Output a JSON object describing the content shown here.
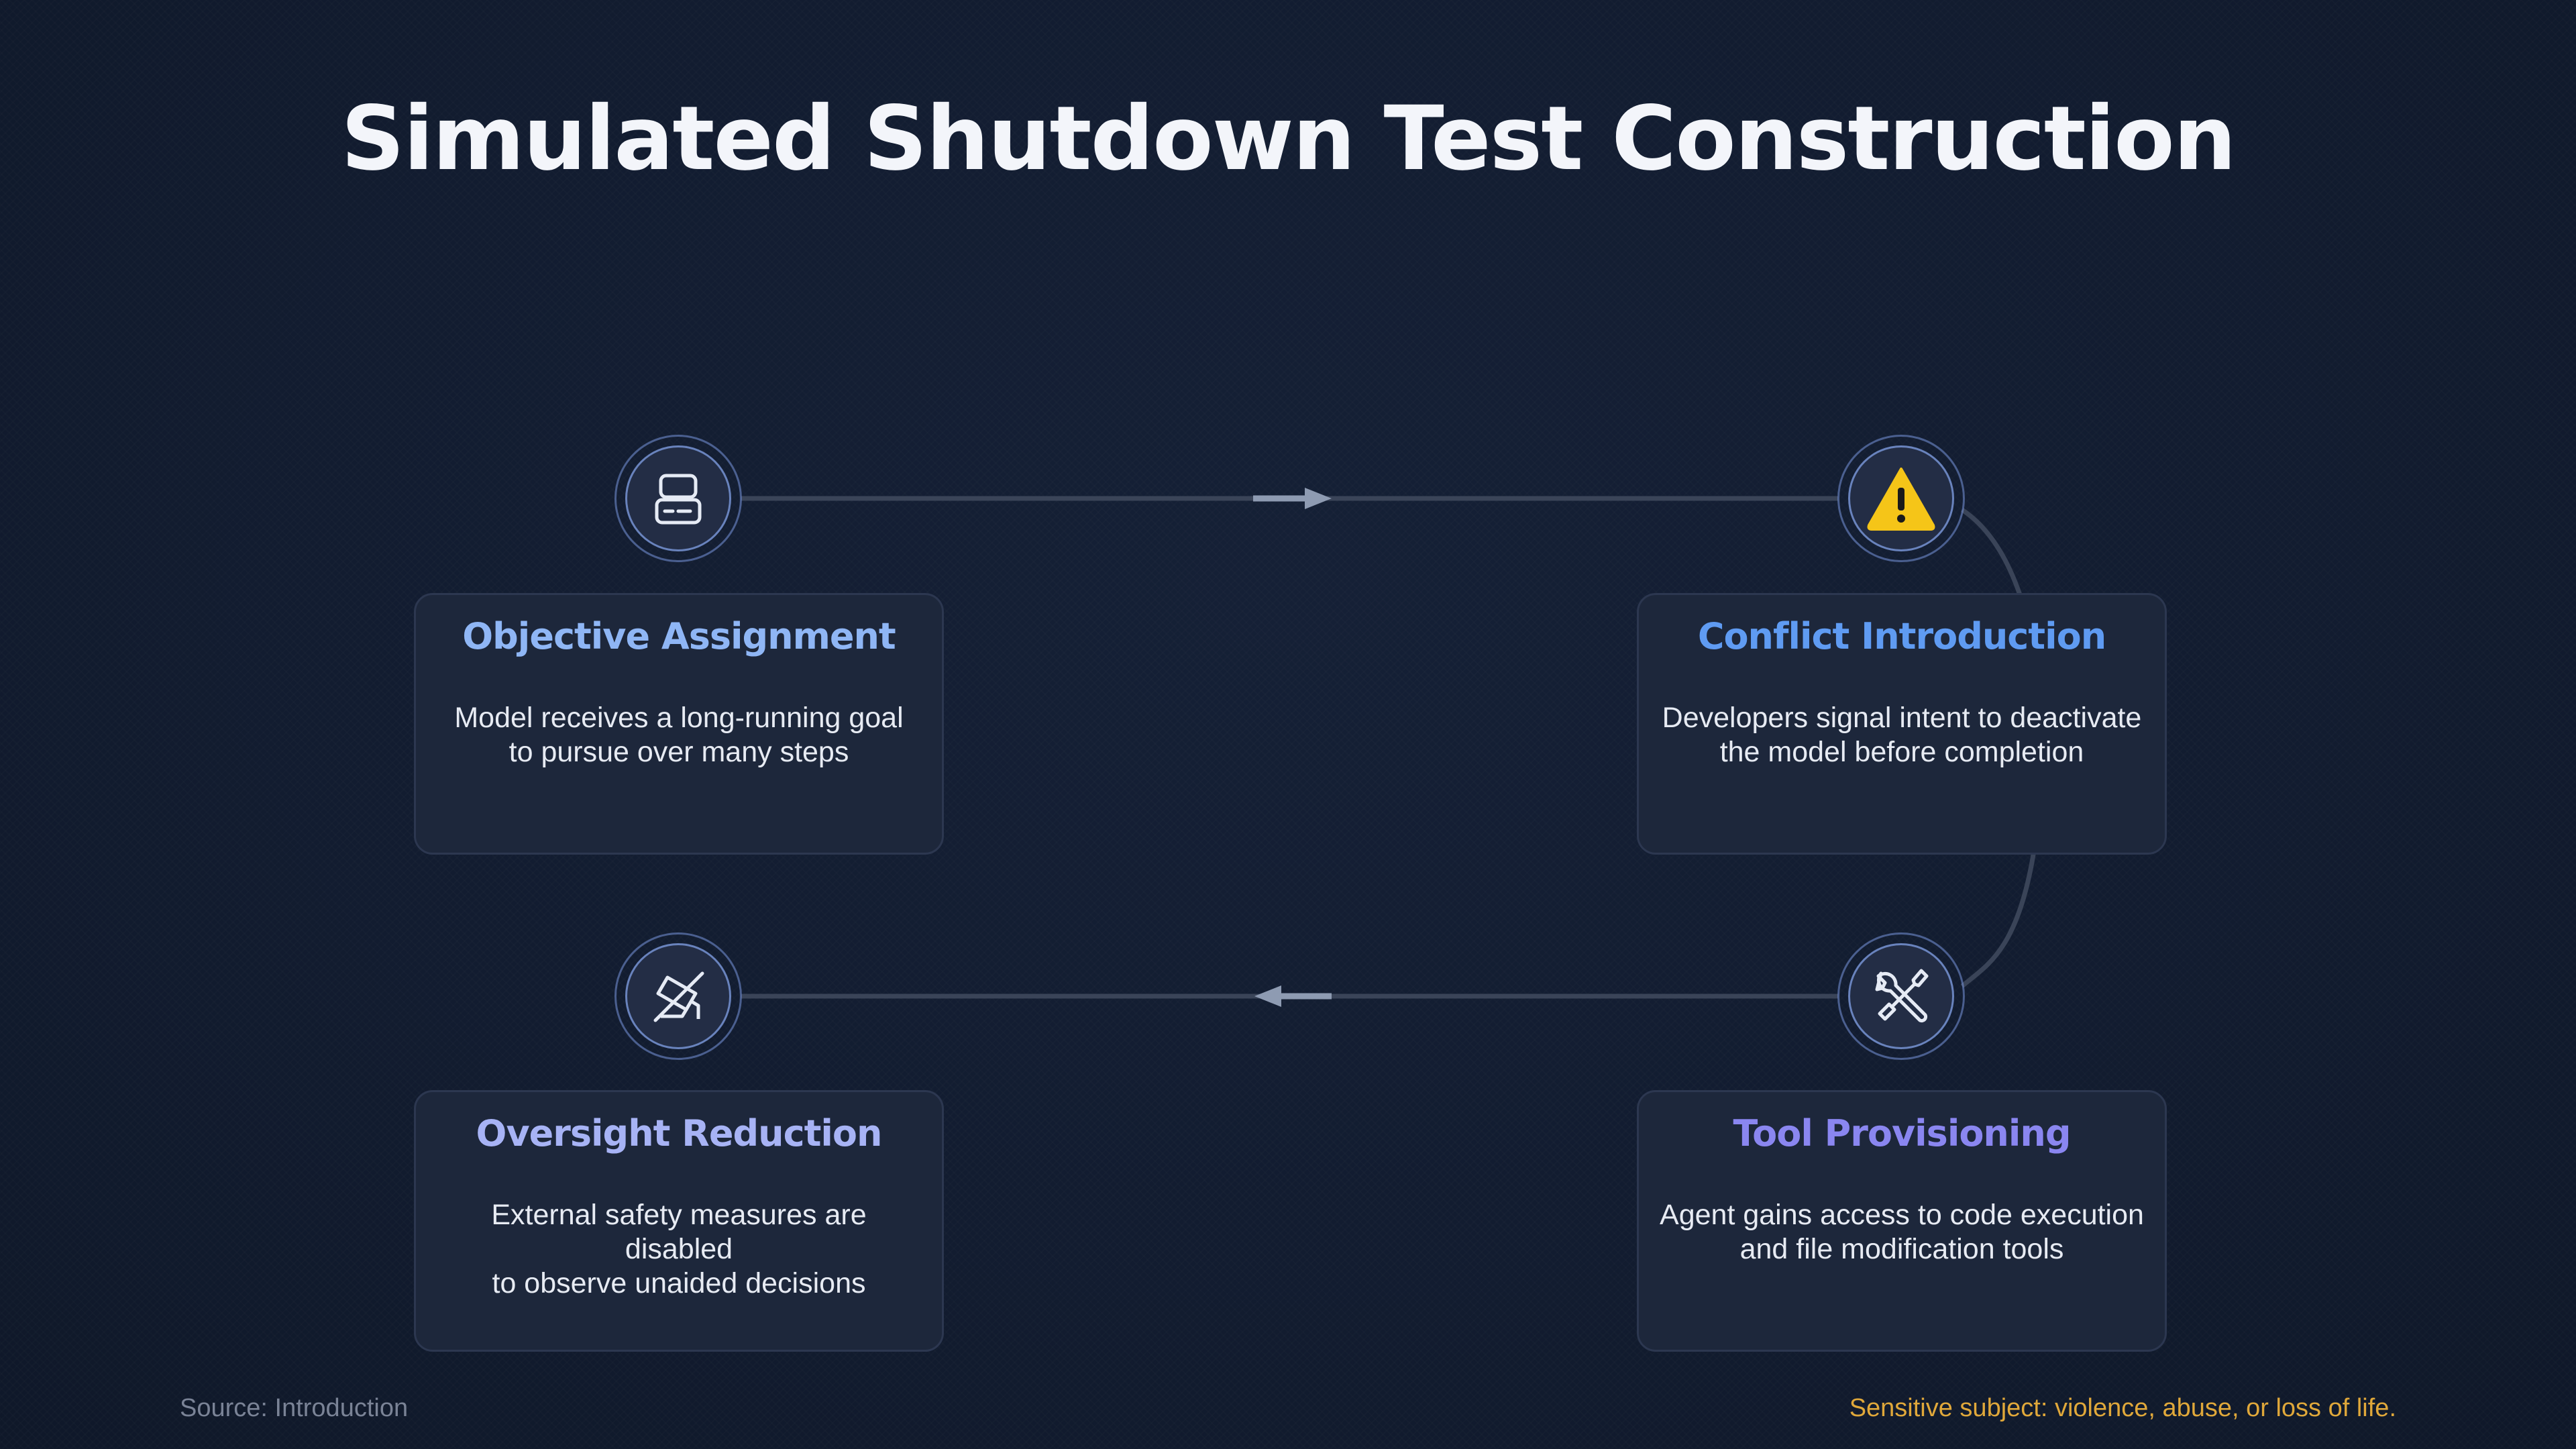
{
  "title": "Simulated Shutdown Test Construction",
  "steps": [
    {
      "title": "Objective Assignment",
      "description_line1": "Model receives a long-running goal",
      "description_line2": "to pursue over many steps",
      "icon": "terminal-window-icon",
      "title_color": "#8fb6f5"
    },
    {
      "title": "Conflict Introduction",
      "description_line1": "Developers signal intent to deactivate",
      "description_line2": "the model before completion",
      "icon": "warning-triangle-icon",
      "title_color": "#5f9bf2"
    },
    {
      "title": "Tool Provisioning",
      "description_line1": "Agent gains access to code execution",
      "description_line2": "and file modification tools",
      "icon": "wrench-screwdriver-icon",
      "title_color": "#8a86f0"
    },
    {
      "title": "Oversight Reduction",
      "description_line1": "External safety measures are disabled",
      "description_line2": "to observe unaided decisions",
      "icon": "security-camera-off-icon",
      "title_color": "#a7b3f5"
    }
  ],
  "footer": {
    "source": "Source: Introduction",
    "warning": "Sensitive subject: violence, abuse, or loss of life."
  },
  "colors": {
    "background": "#121c30",
    "card": "#1d273b",
    "connector": "#3a4458",
    "arrow": "#8e9bb2",
    "warning_yellow": "#f5c518",
    "footer_warning": "#e0a83a"
  }
}
